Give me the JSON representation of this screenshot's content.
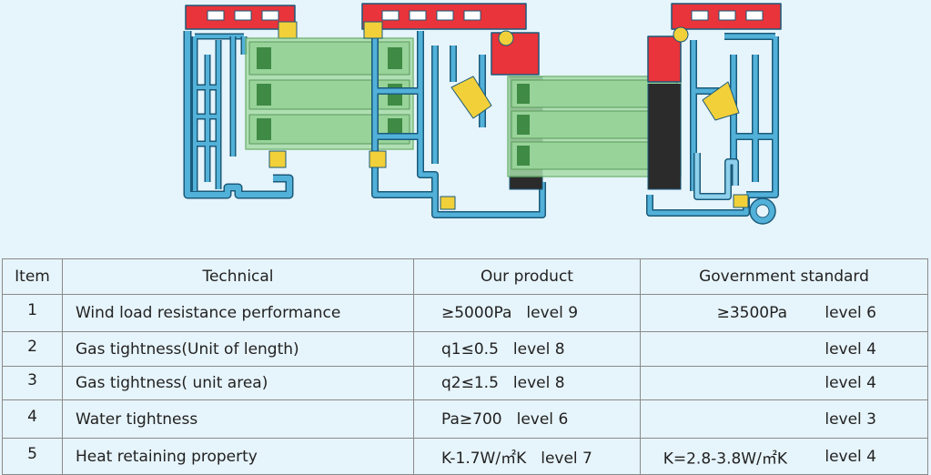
{
  "colors": {
    "background": "#e6f4fb",
    "aluminum_profile": "#52b1d9",
    "thermal_break": "#e8343a",
    "glass": "#a7dca8",
    "gasket_yellow": "#f2d03a",
    "gasket_dark": "#2b2b2b"
  },
  "table": {
    "headers": {
      "item": "Item",
      "technical": "Technical",
      "our_product": "Our product",
      "government_standard": "Government standard"
    },
    "rows": [
      {
        "item": "1",
        "technical": "Wind load resistance performance",
        "ours_value": "≥5000Pa",
        "ours_level": "level 9",
        "gov_value": "≥3500Pa",
        "gov_level": "level 6"
      },
      {
        "item": "2",
        "technical": "Gas tightness(Unit of length)",
        "ours_value": "q1≤0.5",
        "ours_level": "level 8",
        "gov_value": "",
        "gov_level": "level 4"
      },
      {
        "item": "3",
        "technical": "Gas tightness( unit area)",
        "ours_value": "q2≤1.5",
        "ours_level": "level 8",
        "gov_value": "",
        "gov_level": "level 4"
      },
      {
        "item": "4",
        "technical": "Water tightness",
        "ours_value": "Pa≥700",
        "ours_level": "level 6",
        "gov_value": "",
        "gov_level": "level 3"
      },
      {
        "item": "5",
        "technical": "Heat retaining property",
        "ours_value": "K-1.7W/㎡K",
        "ours_level": "level 7",
        "gov_value": "K=2.8-3.8W/㎡K",
        "gov_level": "level 4"
      }
    ]
  }
}
